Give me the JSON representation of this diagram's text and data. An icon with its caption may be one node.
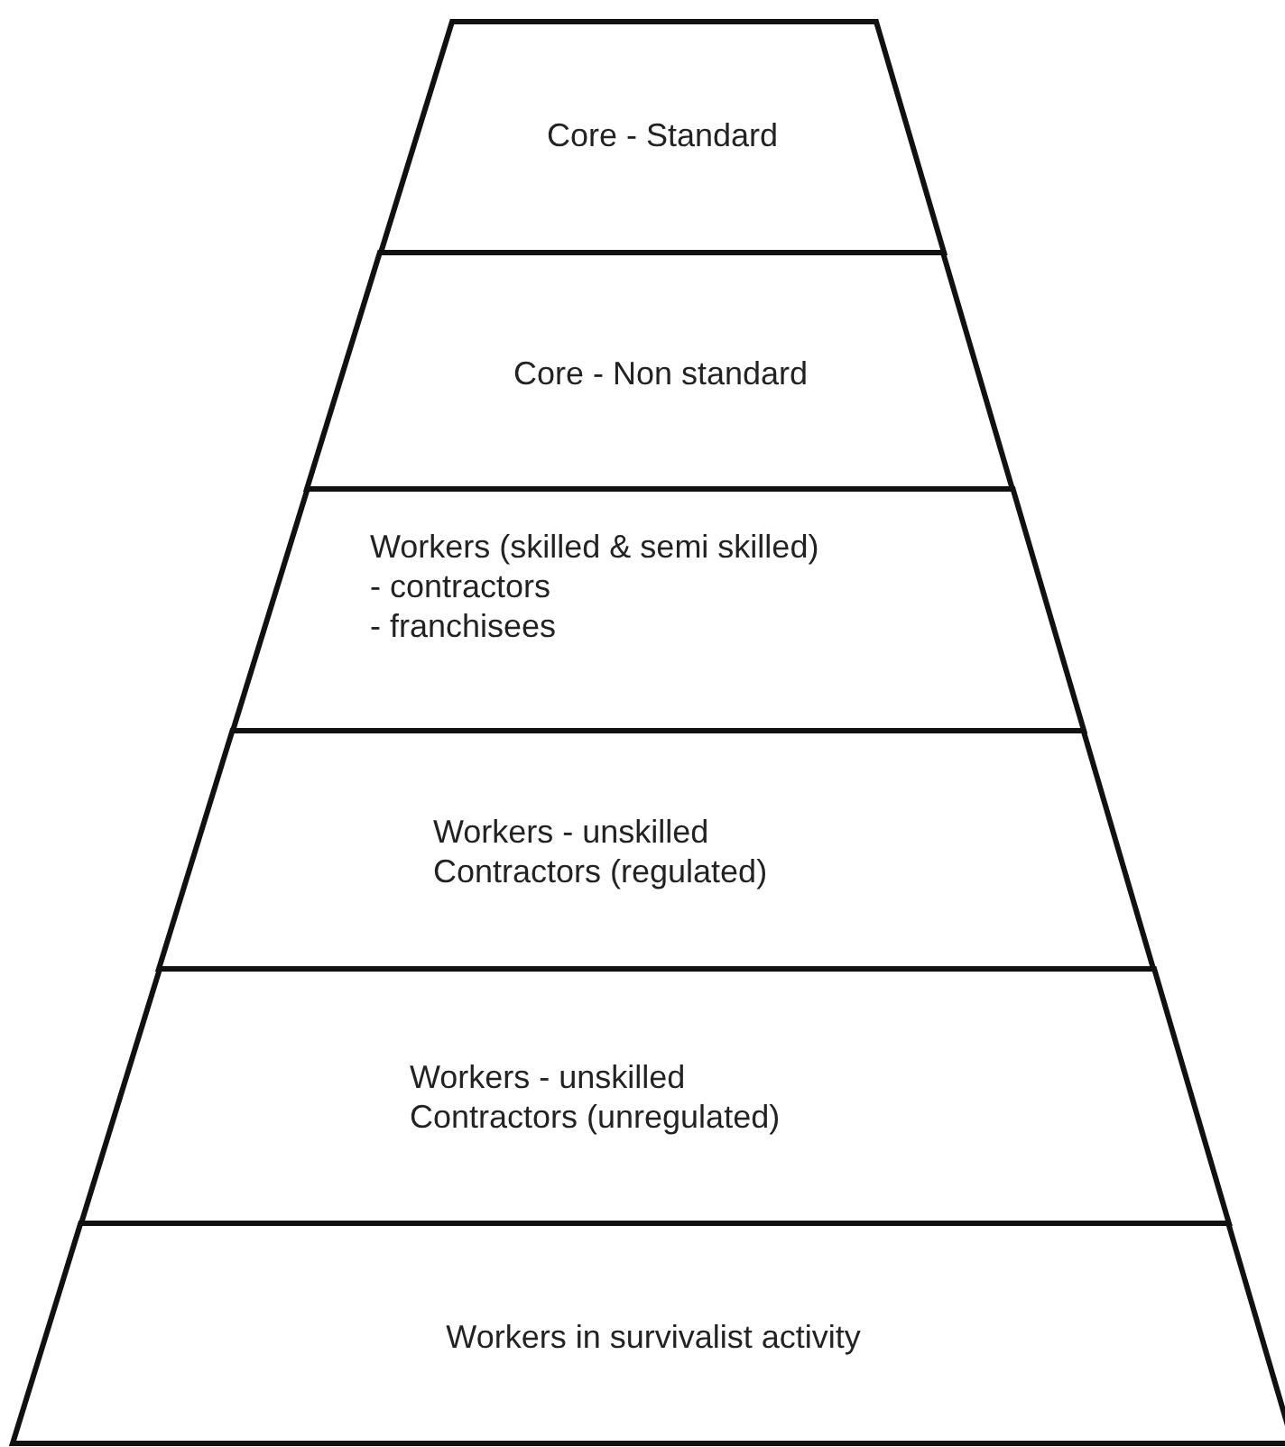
{
  "diagram": {
    "nodes": [
      {
        "text": [
          "Core - Standard"
        ]
      },
      {
        "text": [
          "Core - Non standard"
        ]
      },
      {
        "text": [
          "Workers (skilled & semi skilled)",
          "- contractors",
          "- franchisees"
        ]
      },
      {
        "text": [
          "Workers - unskilled",
          "Contractors (regulated)"
        ]
      },
      {
        "text": [
          "Workers - unskilled",
          "Contractors (unregulated)"
        ]
      },
      {
        "text": [
          "Workers in survivalist activity"
        ]
      }
    ]
  }
}
